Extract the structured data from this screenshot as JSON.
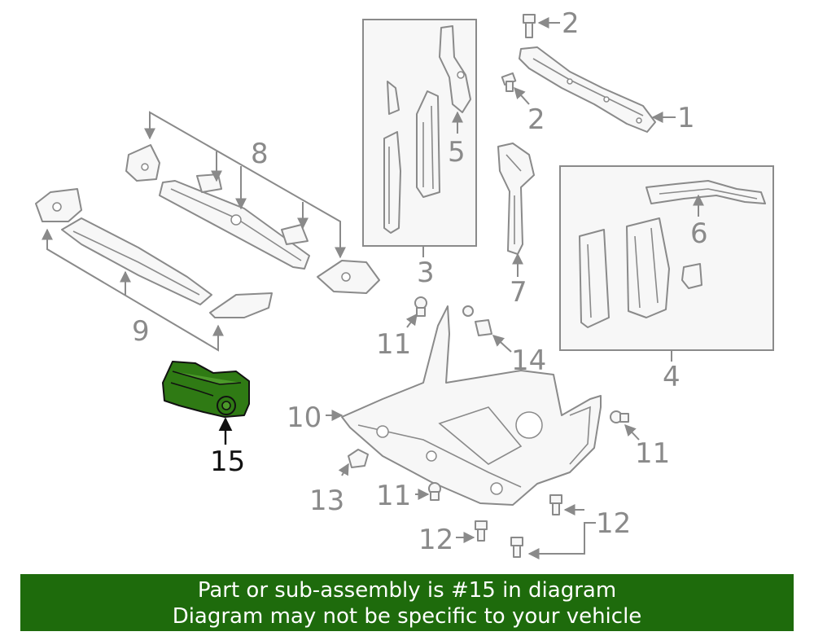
{
  "callouts": {
    "c1": "1",
    "c2a": "2",
    "c2b": "2",
    "c3": "3",
    "c4": "4",
    "c5": "5",
    "c6": "6",
    "c7": "7",
    "c8": "8",
    "c9": "9",
    "c10": "10",
    "c11a": "11",
    "c11b": "11",
    "c11c": "11",
    "c12a": "12",
    "c12b": "12",
    "c13": "13",
    "c14": "14",
    "c15": "15"
  },
  "highlight_part": "15",
  "banner": {
    "line1": "Part or sub-assembly is #15 in diagram",
    "line2": "Diagram may not be specific to your vehicle"
  },
  "colors": {
    "highlight_fill": "#2f7a14",
    "banner_background": "#1e6b0c",
    "line_gray": "#8a8a8a"
  }
}
